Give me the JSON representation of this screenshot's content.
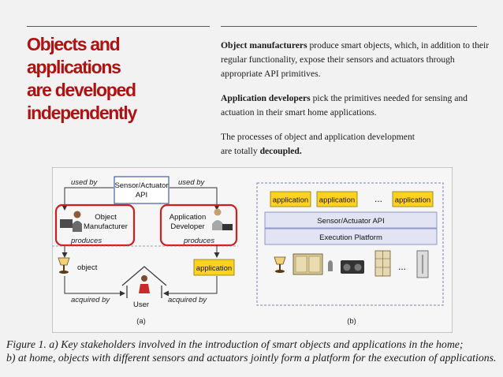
{
  "slide": {
    "title_lines": [
      "Objects and applications",
      "are developed",
      "independently"
    ],
    "paragraph1": {
      "bold": "Object manufacturers",
      "rest": " produce smart objects, which, in addition to their regular functionality, expose their sensors and actuators through appropriate API primitives."
    },
    "paragraph2": {
      "bold": "Application developers",
      "rest": " pick the primitives needed for sensing and actuation in their smart home applications."
    },
    "paragraph3": {
      "text": "The processes of object and application development",
      "line2": "are totally ",
      "bold": "decoupled."
    }
  },
  "figure": {
    "left": {
      "used_by_left": "used by",
      "used_by_right": "used by",
      "api_line1": "Sensor/Actuator",
      "api_line2": "API",
      "manufacturer_line1": "Object",
      "manufacturer_line2": "Manufacturer",
      "developer_line1": "Application",
      "developer_line2": "Developer",
      "produces_left": "produces",
      "produces_right": "produces",
      "object_label": "object",
      "application_label": "application",
      "acquired_by_left": "acquired by",
      "acquired_by_right": "acquired by",
      "user_label": "User",
      "panel_label": "(a)"
    },
    "right": {
      "apps": [
        "application",
        "application",
        "application"
      ],
      "ellipsis": "...",
      "api_layer": "Sensor/Actuator API",
      "platform_layer": "Execution Platform",
      "devices_ellipsis": "...",
      "panel_label": "(b)"
    },
    "colors": {
      "yellow": "#ffd21f",
      "red": "#cc1f1f",
      "layer_fill": "#e3e4f3",
      "bg": "#f6f6f6"
    }
  },
  "caption": {
    "line1": "Figure 1. a) Key stakeholders involved in the introduction of smart objects and applications in the home;",
    "line2": "b) at home, objects with different sensors and actuators jointly form a platform for the execution of applications."
  }
}
